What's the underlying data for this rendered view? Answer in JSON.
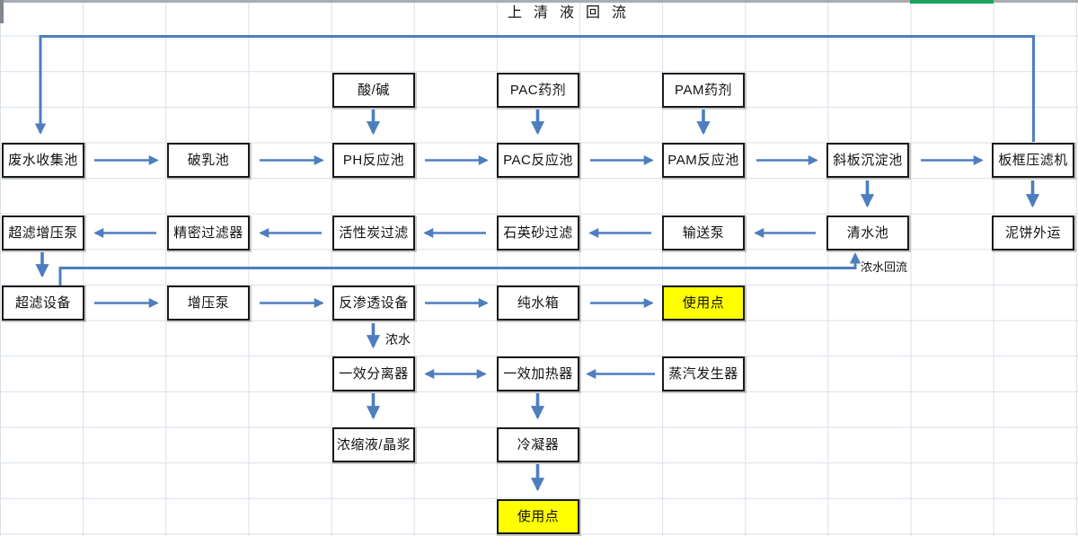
{
  "diagram": {
    "flow_labels": {
      "supernatant_reflux": "上清液回流",
      "concentrate_reflux": "浓水回流",
      "concentrate": "浓水"
    },
    "nodes": [
      {
        "id": "wastewater_collection_tank",
        "label": "废水收集池",
        "highlight": false
      },
      {
        "id": "demulsification_tank",
        "label": "破乳池",
        "highlight": false
      },
      {
        "id": "ph_reaction_tank",
        "label": "PH反应池",
        "highlight": false
      },
      {
        "id": "pac_reaction_tank",
        "label": "PAC反应池",
        "highlight": false
      },
      {
        "id": "pam_reaction_tank",
        "label": "PAM反应池",
        "highlight": false
      },
      {
        "id": "inclined_plate_settler",
        "label": "斜板沉淀池",
        "highlight": false
      },
      {
        "id": "plate_frame_filter_press",
        "label": "板框压滤机",
        "highlight": false
      },
      {
        "id": "acid_alkali",
        "label": "酸/碱",
        "highlight": false
      },
      {
        "id": "pac_agent",
        "label": "PAC药剂",
        "highlight": false
      },
      {
        "id": "pam_agent",
        "label": "PAM药剂",
        "highlight": false
      },
      {
        "id": "uf_booster_pump",
        "label": "超滤增压泵",
        "highlight": false
      },
      {
        "id": "precision_filter",
        "label": "精密过滤器",
        "highlight": false
      },
      {
        "id": "activated_carbon_filter",
        "label": "活性炭过滤",
        "highlight": false
      },
      {
        "id": "quartz_sand_filter",
        "label": "石英砂过滤",
        "highlight": false
      },
      {
        "id": "transfer_pump",
        "label": "输送泵",
        "highlight": false
      },
      {
        "id": "clear_water_tank",
        "label": "清水池",
        "highlight": false
      },
      {
        "id": "sludge_cake_removal",
        "label": "泥饼外运",
        "highlight": false
      },
      {
        "id": "uf_equipment",
        "label": "超滤设备",
        "highlight": false
      },
      {
        "id": "booster_pump",
        "label": "增压泵",
        "highlight": false
      },
      {
        "id": "ro_equipment",
        "label": "反渗透设备",
        "highlight": false
      },
      {
        "id": "pure_water_tank",
        "label": "纯水箱",
        "highlight": false
      },
      {
        "id": "use_point_1",
        "label": "使用点",
        "highlight": true
      },
      {
        "id": "first_effect_separator",
        "label": "一效分离器",
        "highlight": false
      },
      {
        "id": "first_effect_heater",
        "label": "一效加热器",
        "highlight": false
      },
      {
        "id": "steam_generator",
        "label": "蒸汽发生器",
        "highlight": false
      },
      {
        "id": "concentrate_crystal_slurry",
        "label": "浓缩液/晶浆",
        "highlight": false
      },
      {
        "id": "condenser",
        "label": "冷凝器",
        "highlight": false
      },
      {
        "id": "use_point_2",
        "label": "使用点",
        "highlight": true
      }
    ],
    "edges": [
      {
        "from": "废水收集池",
        "to": "破乳池"
      },
      {
        "from": "破乳池",
        "to": "PH反应池"
      },
      {
        "from": "PH反应池",
        "to": "PAC反应池"
      },
      {
        "from": "PAC反应池",
        "to": "PAM反应池"
      },
      {
        "from": "PAM反应池",
        "to": "斜板沉淀池"
      },
      {
        "from": "斜板沉淀池",
        "to": "板框压滤机"
      },
      {
        "from": "酸/碱",
        "to": "PH反应池"
      },
      {
        "from": "PAC药剂",
        "to": "PAC反应池"
      },
      {
        "from": "PAM药剂",
        "to": "PAM反应池"
      },
      {
        "from": "板框压滤机",
        "to": "废水收集池",
        "label": "上清液回流"
      },
      {
        "from": "板框压滤机",
        "to": "泥饼外运"
      },
      {
        "from": "斜板沉淀池",
        "to": "清水池"
      },
      {
        "from": "清水池",
        "to": "输送泵"
      },
      {
        "from": "输送泵",
        "to": "石英砂过滤"
      },
      {
        "from": "石英砂过滤",
        "to": "活性炭过滤"
      },
      {
        "from": "活性炭过滤",
        "to": "精密过滤器"
      },
      {
        "from": "精密过滤器",
        "to": "超滤增压泵"
      },
      {
        "from": "超滤增压泵",
        "to": "超滤设备"
      },
      {
        "from": "超滤设备",
        "to": "清水池",
        "label": "浓水回流"
      },
      {
        "from": "超滤设备",
        "to": "增压泵"
      },
      {
        "from": "增压泵",
        "to": "反渗透设备"
      },
      {
        "from": "反渗透设备",
        "to": "纯水箱"
      },
      {
        "from": "纯水箱",
        "to": "使用点"
      },
      {
        "from": "反渗透设备",
        "to": "一效分离器",
        "label": "浓水"
      },
      {
        "from": "一效分离器",
        "to": "一效加热器",
        "bidirectional": true
      },
      {
        "from": "蒸汽发生器",
        "to": "一效加热器"
      },
      {
        "from": "一效分离器",
        "to": "浓缩液/晶浆"
      },
      {
        "from": "一效加热器",
        "to": "冷凝器"
      },
      {
        "from": "冷凝器",
        "to": "使用点"
      }
    ],
    "colors": {
      "arrow_blue": "#4d7ebf",
      "highlight_yellow": "#ffff00",
      "node_border": "#1a1a1a",
      "grid_line": "#d9dfe8",
      "top_strip_gray": "#a8adb4",
      "top_strip_green": "#1ba35f"
    }
  }
}
